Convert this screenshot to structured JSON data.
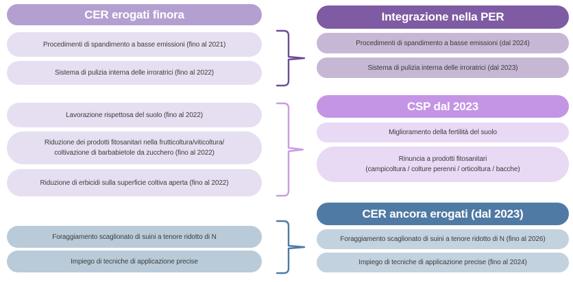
{
  "colors": {
    "left_header_bg": "#b3a0d1",
    "left_item_bg": "#e6dff1",
    "left_blue_item_bg": "#b9cbd9",
    "per_header_bg": "#7e5ba2",
    "per_item_bg": "#c6b8d5",
    "csp_header_bg": "#c495e5",
    "csp_item_bg": "#e8d9f4",
    "cer_header_bg": "#4f7aa3",
    "cer_item_bg": "#c3d2df",
    "bracket_top": "#6b4d94",
    "bracket_mid": "#c99ce6",
    "bracket_bottom": "#4e7aa3",
    "header_text": "#ffffff",
    "item_text": "#3c3c3c"
  },
  "left_column": {
    "header": "CER erogati finora",
    "spreading_group": {
      "items": [
        "Procedimenti di spandimento a basse emissioni (fino al 2021)",
        "Sistema di pulizia interna delle irroratrici (fino al 2022)"
      ]
    },
    "soil_group": {
      "items": [
        "Lavorazione rispettosa del suolo (fino al 2022)",
        "Riduzione dei prodotti fitosanitari nella frutticoltura/viticoltura/\ncoltivazione di barbabietole da zucchero (fino al 2022)",
        "Riduzione di erbicidi sulla superficie coltiva aperta (fino al 2022)"
      ]
    },
    "feeding_group": {
      "items": [
        "Foraggiamento scaglionato di suini a tenore ridotto di N",
        "Impiego di tecniche di applicazione precise"
      ]
    }
  },
  "right_column": {
    "per_group": {
      "header": "Integrazione nella PER",
      "items": [
        "Procedimenti di spandimento a basse emissioni (dal 2024)",
        "Sistema di pulizia interna delle irroratrici (dal 2023)"
      ]
    },
    "csp_group": {
      "header": "CSP dal 2023",
      "items": [
        "Miglioramento della fertilità del suolo",
        "Rinuncia a prodotti fitosanitari\n(campicoltura / colture perenni / orticoltura / bacche)"
      ]
    },
    "cer_group": {
      "header": "CER ancora erogati (dal 2023)",
      "items": [
        "Foraggiamento scaglionato di suini a tenore ridotto di N (fino al 2026)",
        "Impiego di tecniche di applicazione precise (fino al 2024)"
      ]
    }
  }
}
